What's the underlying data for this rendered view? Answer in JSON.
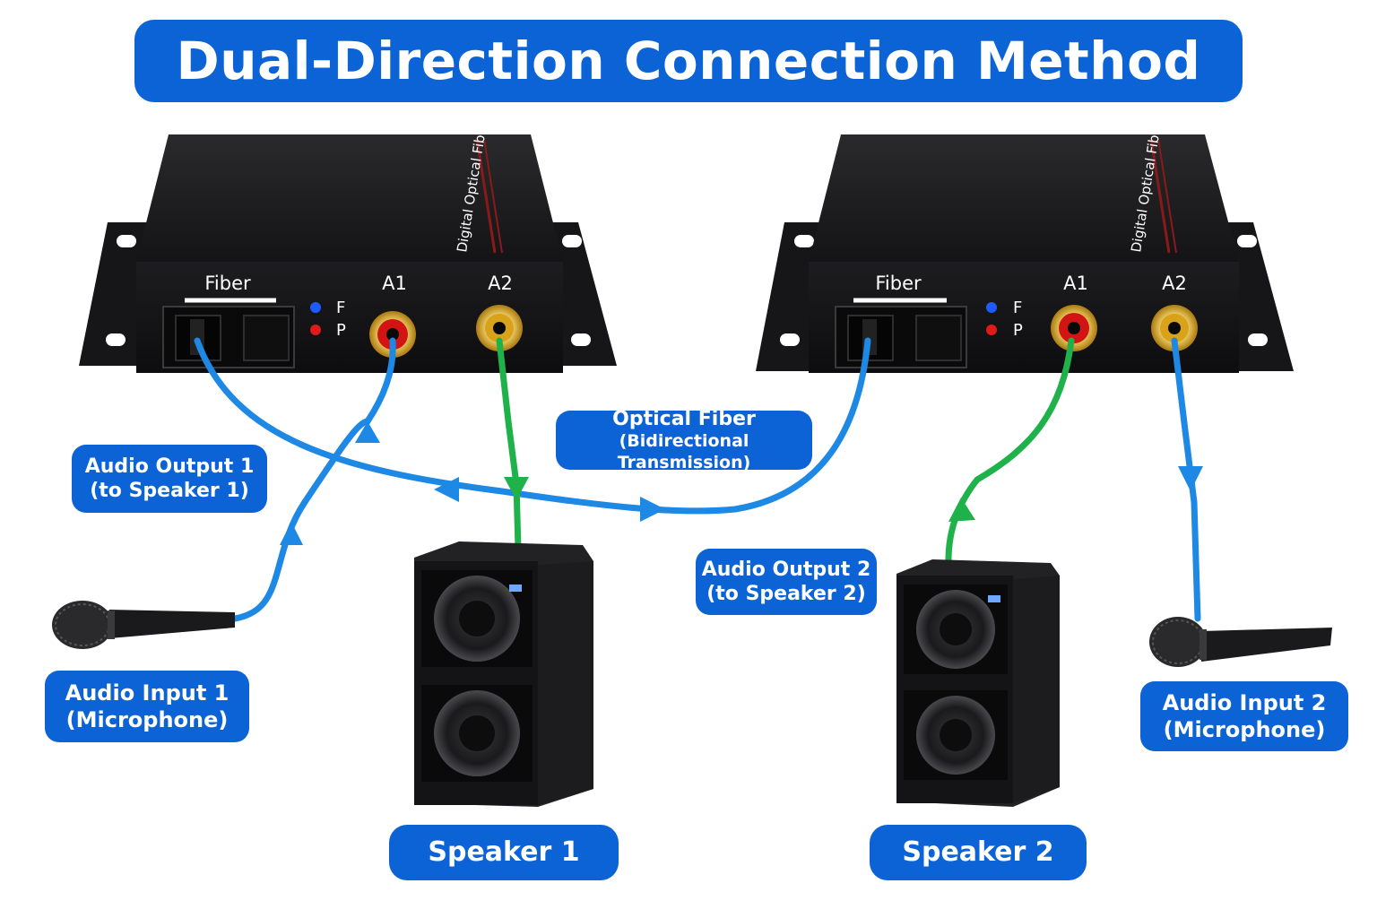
{
  "title": "Dual-Direction Connection Method",
  "devices": [
    {
      "side_label": "Digital Optical Fiber Receiver",
      "ports": {
        "fiber": "Fiber",
        "a1": "A1",
        "a2": "A2",
        "led_f": "F",
        "led_p": "P"
      }
    },
    {
      "side_label": "Digital Optical Fiber Receiver",
      "ports": {
        "fiber": "Fiber",
        "a1": "A1",
        "a2": "A2",
        "led_f": "F",
        "led_p": "P"
      }
    }
  ],
  "callouts": {
    "optical_fiber": {
      "line1": "Optical Fiber",
      "line2": "(Bidirectional Transmission)"
    },
    "audio_output_1": {
      "line1": "Audio Output 1",
      "line2": "(to Speaker 1)"
    },
    "audio_output_2": {
      "line1": "Audio Output 2",
      "line2": "(to Speaker 2)"
    },
    "audio_input_1": {
      "line1": "Audio Input 1",
      "line2": "(Microphone)"
    },
    "audio_input_2": {
      "line1": "Audio Input 2",
      "line2": "(Microphone)"
    },
    "speaker_1": "Speaker 1",
    "speaker_2": "Speaker 2"
  },
  "colors": {
    "label_blue": "#0b63d6",
    "fiber_blue": "#1e88e5",
    "audio_green": "#1fb24a",
    "device_black": "#1b1b1d",
    "led_blue": "#1e5bff",
    "led_red": "#e01919",
    "rca_red": "#d21414",
    "rca_gold": "#d8a21b"
  },
  "icons": [
    "microphone-icon",
    "speaker-icon",
    "rca-jack-icon",
    "fiber-port-icon",
    "arrow-icon"
  ]
}
